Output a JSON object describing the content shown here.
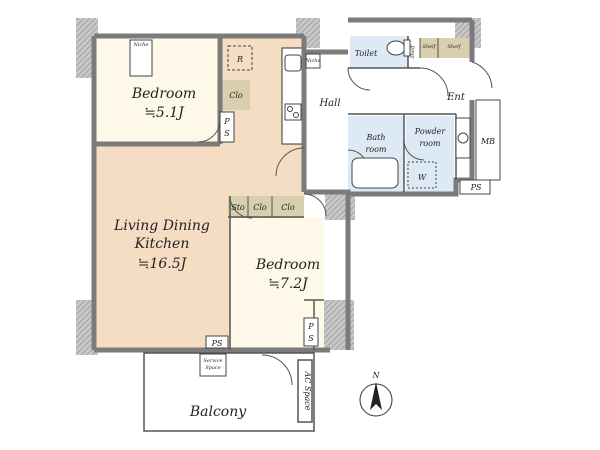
{
  "rooms": {
    "bedroom_top": {
      "name": "Bedroom",
      "size": "≒5.1J"
    },
    "living": {
      "name_line1": "Living Dining",
      "name_line2": "Kitchen",
      "size": "≒16.5J"
    },
    "bedroom_bottom": {
      "name": "Bedroom",
      "size": "≒7.2J"
    },
    "hall": "Hall",
    "toilet": "Toilet",
    "entrance": "Ent",
    "bath_line1": "Bath",
    "bath_line2": "room",
    "powder_line1": "Powder",
    "powder_line2": "room",
    "balcony": "Balcony",
    "mb": "MB"
  },
  "fixtures": {
    "niche": "Niche",
    "refrigerator": "R",
    "closet": "Clo",
    "storage": "Sto",
    "pipe_space_stack": [
      "P",
      "S"
    ],
    "pipe_space": "PS",
    "shelf": "Shelf",
    "washer": "W",
    "service_space_line1": "Service",
    "service_space_line2": "Space",
    "ac_space": "AC Space"
  },
  "compass": {
    "north": "N"
  },
  "colors": {
    "wall": "#808080",
    "hatch": "#b5b5b5",
    "living_floor": "#f5ddc4",
    "bedroom_floor": "#fdf8e8",
    "wet_area": "#ddeaf6",
    "closet": "#d8cfae",
    "line": "#333333"
  }
}
